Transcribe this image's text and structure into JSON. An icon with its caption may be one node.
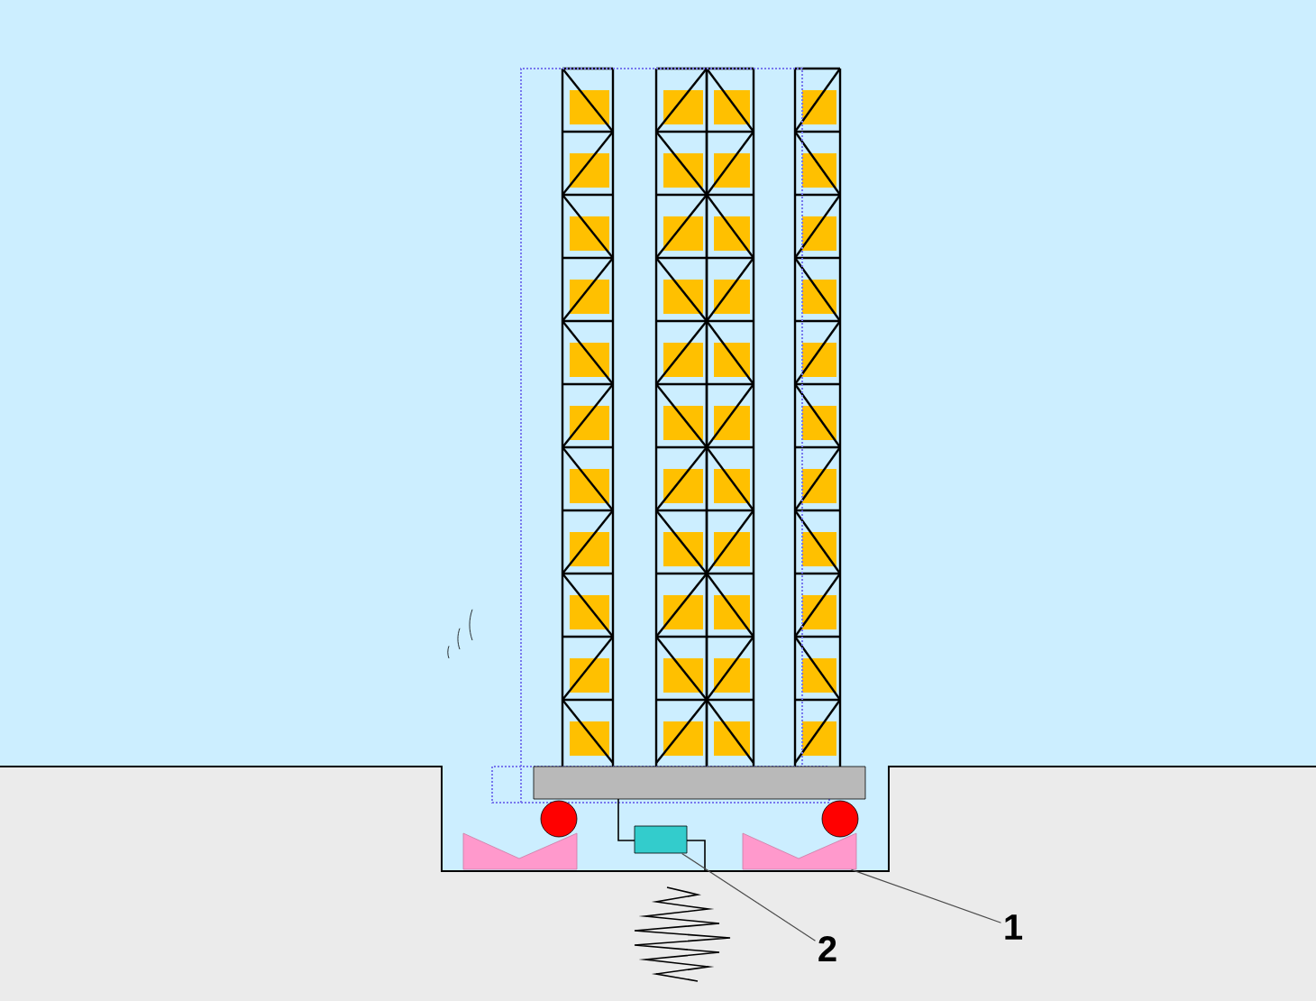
{
  "diagram": {
    "nodes": [
      {
        "text": [
          "1"
        ]
      },
      {
        "text": [],
        "shape": "block"
      },
      {
        "text": [
          "2"
        ]
      },
      {
        "text": [],
        "shape": "box"
      }
    ],
    "edges": [
      {
        "from": 0,
        "to": 1,
        "arrow": "none"
      },
      {
        "from": 2,
        "to": 3,
        "arrow": "none"
      }
    ]
  }
}
